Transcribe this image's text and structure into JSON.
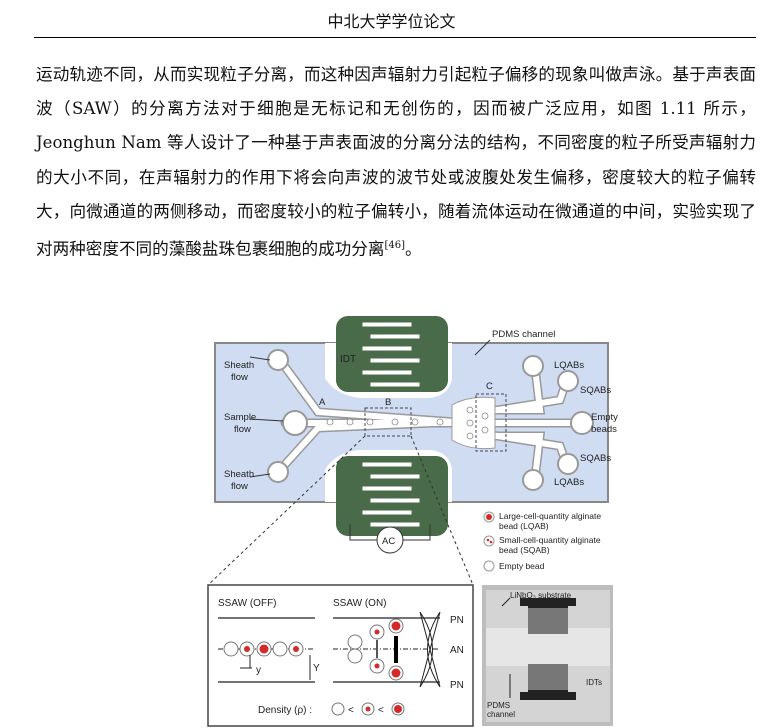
{
  "header": {
    "title": "中北大学学位论文"
  },
  "body": {
    "paragraph": "运动轨迹不同，从而实现粒子分离，而这种因声辐射力引起粒子偏移的现象叫做声泳。基于声表面波（SAW）的分离方法对于细胞是无标记和无创伤的，因而被广泛应用，如图 1.11 所示，Jeonghun Nam 等人设计了一种基于声表面波的分离分法的结构，不同密度的粒子所受声辐射力的大小不同，在声辐射力的作用下将会向声波的波节处或波腹处发生偏移，密度较大的粒子偏转大，向微通道的两侧移动，而密度较小的粒子偏转小，随着流体运动在微通道的中间，实验实现了对两种密度不同的藻酸盐珠包裹细胞的成功分离",
    "citation": "[46]",
    "end": "。"
  },
  "figure": {
    "labels": {
      "idt": "IDT",
      "pdms": "PDMS channel",
      "sheath1a": "Sheath",
      "sheath1b": "flow",
      "sample_a": "Sample",
      "sample_b": "flow",
      "sheath2a": "Sheath",
      "sheath2b": "flow",
      "a": "A",
      "b": "B",
      "c": "C",
      "lqab1": "LQABs",
      "sqab1": "SQABs",
      "empty_a": "Empty",
      "empty_b": "beads",
      "sqab2": "SQABs",
      "lqab2": "LQABs",
      "ac": "AC"
    },
    "legend": {
      "l1a": "Large-cell-quantity alginate",
      "l1b": "bead (LQAB)",
      "l2a": "Small-cell-quantity alginate",
      "l2b": "bead (SQAB)",
      "l3": "Empty bead"
    },
    "inset": {
      "off": "SSAW (OFF)",
      "on": "SSAW (ON)",
      "pn1": "PN",
      "an": "AN",
      "pn2": "PN",
      "y_small": "y",
      "y_big": "Y",
      "density": "Density (ρ) :",
      "lt1": "<",
      "lt2": "<"
    },
    "photo": {
      "substrate": "LiNbO₃ substrate",
      "idts": "IDTs",
      "pdms_a": "PDMS",
      "pdms_b": "channel"
    },
    "colors": {
      "substrate": "#cfdcf2",
      "electrode": "#4a6b4a",
      "bead_red": "#d42a2a"
    }
  }
}
